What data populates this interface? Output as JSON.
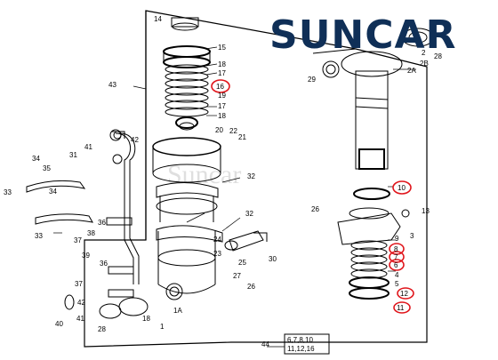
{
  "brand": {
    "name": "SUNCAR",
    "color": "#0f2f57",
    "watermark": "Suncar"
  },
  "colors": {
    "line": "#000000",
    "highlight": "#e0151b"
  },
  "callouts": {
    "c14": "14",
    "c15": "15",
    "c18a": "18",
    "c17a": "17",
    "c16": "16",
    "c19": "19",
    "c17b": "17",
    "c18b": "18",
    "c20": "20",
    "c22": "22",
    "c21": "21",
    "c43": "43",
    "c42": "42",
    "c41": "41",
    "c34a": "34",
    "c31": "31",
    "c35": "35",
    "c33a": "33",
    "c34b": "34",
    "c36a": "36",
    "c33b": "33",
    "c37a": "37",
    "c38": "38",
    "c39": "39",
    "c36b": "36",
    "c37b": "37",
    "c42b": "42",
    "c40": "40",
    "c41b": "41",
    "c28a": "28",
    "c18c": "18",
    "c1a": "1A",
    "c1": "1",
    "c32a": "32",
    "c32b": "32",
    "c24": "24",
    "c23": "23",
    "c25": "25",
    "c30": "30",
    "c27": "27",
    "c26a": "26",
    "c2": "2",
    "c2b": "2B",
    "c28b": "28",
    "c2a": "2A",
    "c29": "29",
    "c10": "10",
    "c26b": "26",
    "c13": "13",
    "c3": "3",
    "c9": "9",
    "c8": "8",
    "c7": "7",
    "c6": "6",
    "c4": "4",
    "c5": "5",
    "c12": "12",
    "c11": "11",
    "c44": "44",
    "box1": "6,7,8,10",
    "box2": "11,12,16"
  }
}
